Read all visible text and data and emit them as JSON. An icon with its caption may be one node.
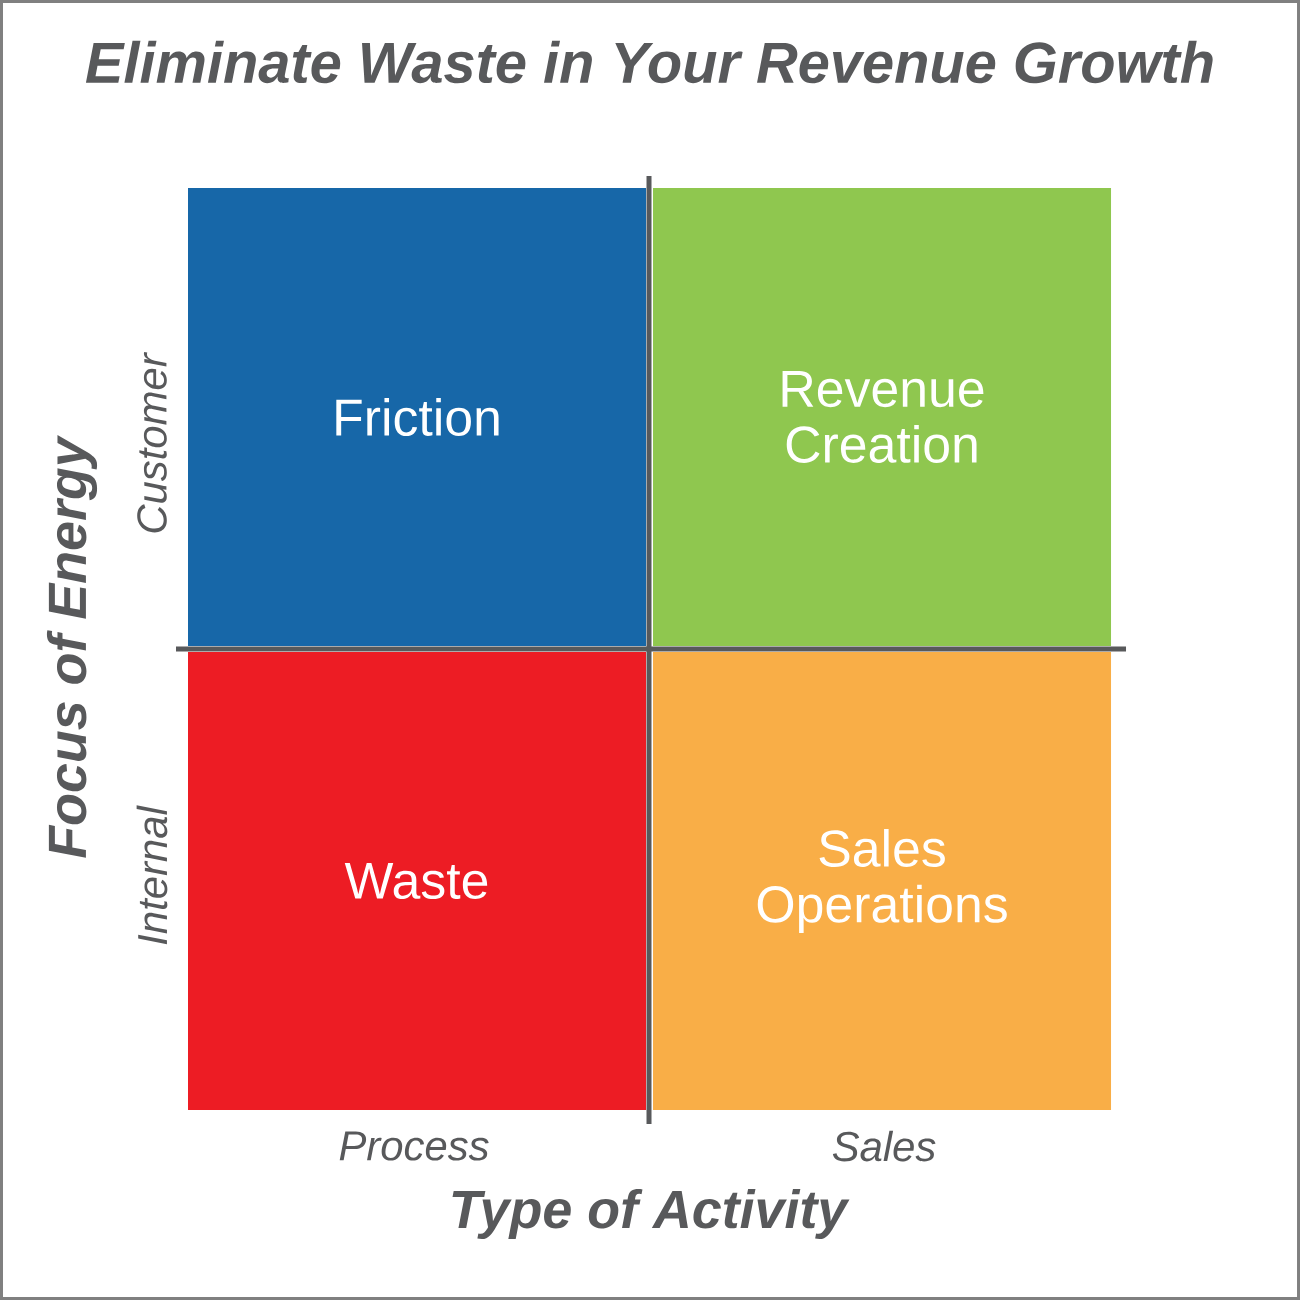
{
  "diagram": {
    "title": "Eliminate Waste in Your Revenue Growth",
    "nodes": [
      {
        "text": [
          "Friction"
        ]
      },
      {
        "text": [
          "Revenue Creation"
        ]
      },
      {
        "text": [
          "Waste"
        ]
      },
      {
        "text": [
          "Sales Operations"
        ]
      }
    ],
    "labels": [
      "Focus of Energy",
      "Customer",
      "Internal",
      "Process",
      "Sales",
      "Type of Activity"
    ]
  }
}
